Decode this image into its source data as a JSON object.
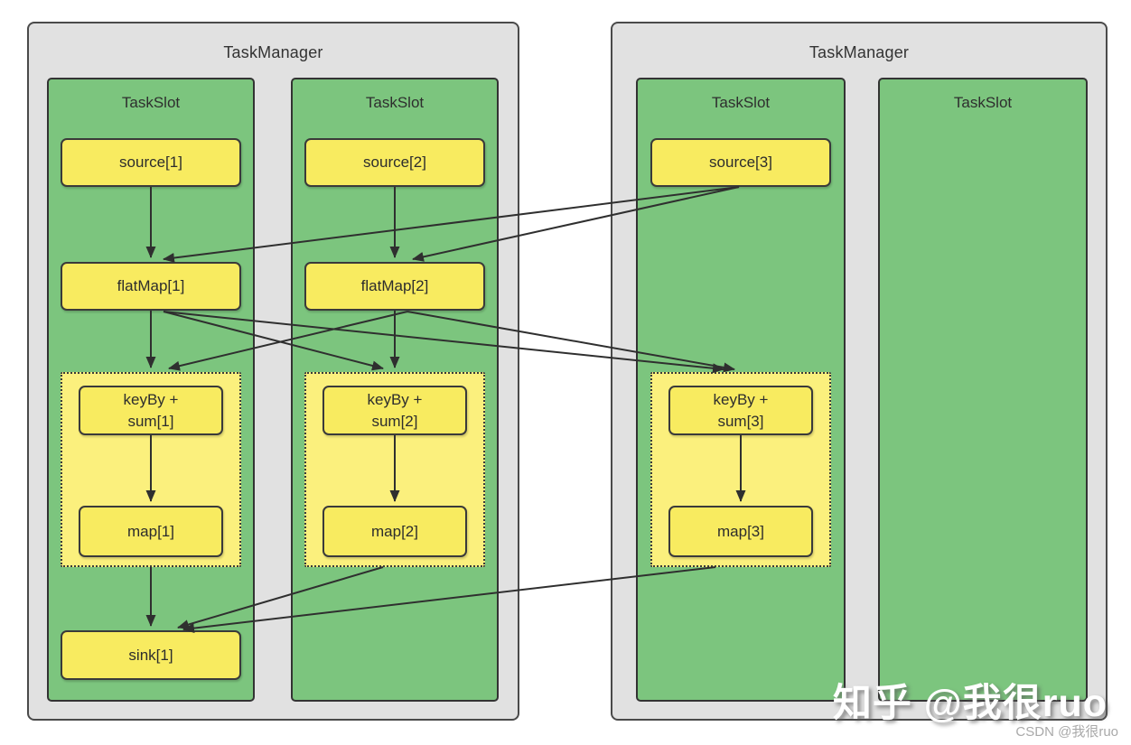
{
  "managers": [
    {
      "title": "TaskManager",
      "slots": [
        {
          "title": "TaskSlot"
        },
        {
          "title": "TaskSlot"
        }
      ]
    },
    {
      "title": "TaskManager",
      "slots": [
        {
          "title": "TaskSlot"
        },
        {
          "title": "TaskSlot"
        }
      ]
    }
  ],
  "nodes": {
    "source1": {
      "label": "source[1]"
    },
    "source2": {
      "label": "source[2]"
    },
    "source3": {
      "label": "source[3]"
    },
    "flatMap1": {
      "label": "flatMap[1]"
    },
    "flatMap2": {
      "label": "flatMap[2]"
    },
    "keyBy1": {
      "label": "keyBy +\nsum[1]"
    },
    "keyBy2": {
      "label": "keyBy +\nsum[2]"
    },
    "keyBy3": {
      "label": "keyBy +\nsum[3]"
    },
    "map1": {
      "label": "map[1]"
    },
    "map2": {
      "label": "map[2]"
    },
    "map3": {
      "label": "map[3]"
    },
    "sink1": {
      "label": "sink[1]"
    }
  },
  "edges": [
    {
      "from": "source1",
      "to": "flatMap1"
    },
    {
      "from": "source2",
      "to": "flatMap2"
    },
    {
      "from": "source3",
      "to": "flatMap1"
    },
    {
      "from": "source3",
      "to": "flatMap2"
    },
    {
      "from": "flatMap1",
      "to": "keyBy1"
    },
    {
      "from": "flatMap1",
      "to": "keyBy2"
    },
    {
      "from": "flatMap1",
      "to": "keyBy3"
    },
    {
      "from": "flatMap2",
      "to": "keyBy1"
    },
    {
      "from": "flatMap2",
      "to": "keyBy2"
    },
    {
      "from": "flatMap2",
      "to": "keyBy3"
    },
    {
      "from": "keyBy1",
      "to": "map1"
    },
    {
      "from": "keyBy2",
      "to": "map2"
    },
    {
      "from": "keyBy3",
      "to": "map3"
    },
    {
      "from": "map1",
      "to": "sink1"
    },
    {
      "from": "map2",
      "to": "sink1"
    },
    {
      "from": "map3",
      "to": "sink1"
    }
  ],
  "watermarks": {
    "large": "知乎 @我很ruo",
    "small": "CSDN @我很ruo"
  },
  "colors": {
    "manager_gray": "#e1e1e1",
    "slot_green": "#7cc57e",
    "node_yellow": "#f8eb60",
    "group_yellow": "#fbf07d",
    "border_dark": "#3a3a3a",
    "arrow": "#2f2f2f"
  }
}
